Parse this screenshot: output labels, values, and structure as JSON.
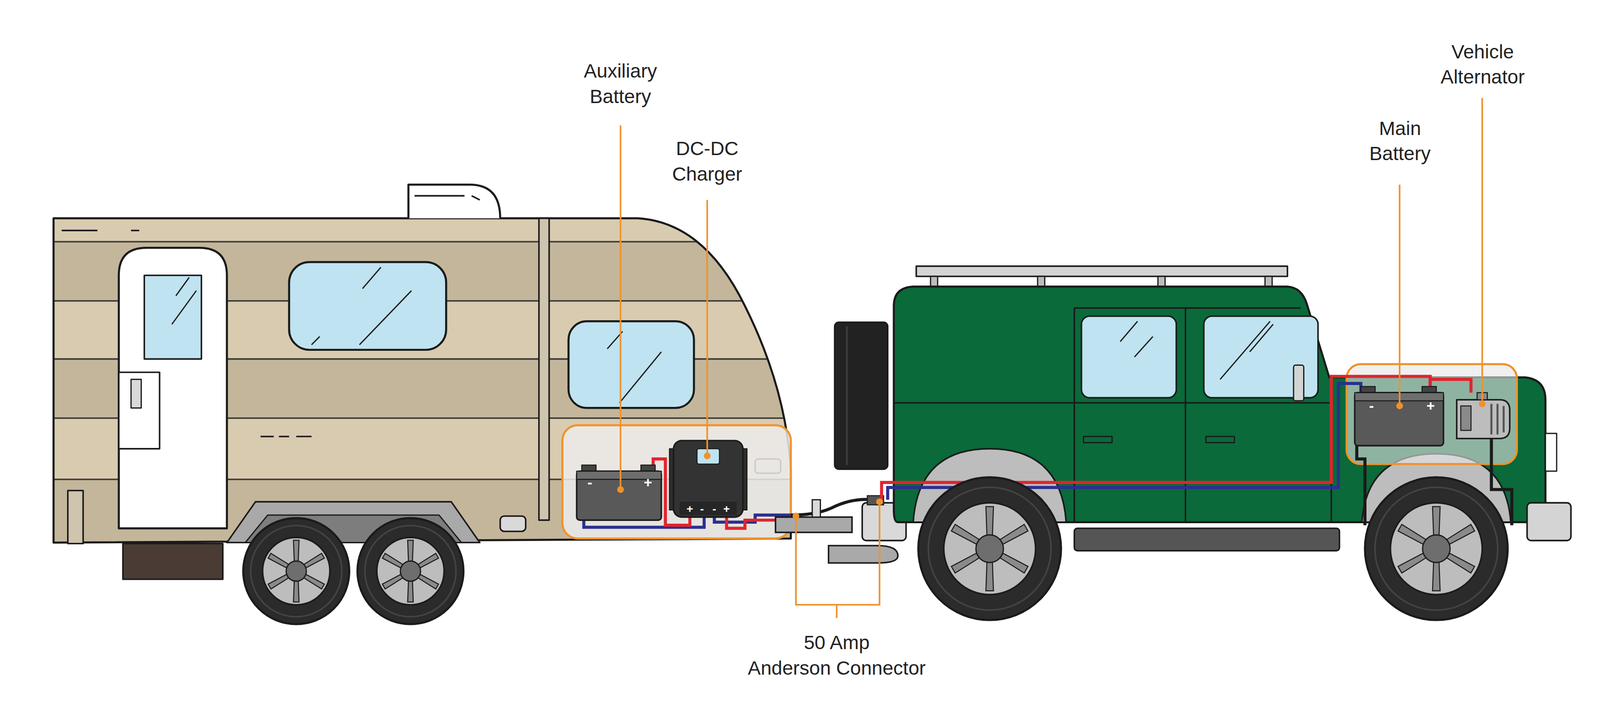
{
  "diagram": {
    "labels": [
      "Auxiliary Battery",
      "DC-DC Charger",
      "Vehicle Alternator",
      "Main Battery",
      "50 Amp Anderson Connector",
      "-",
      "+",
      "+",
      "-",
      "-",
      "+",
      "-",
      "+"
    ]
  }
}
